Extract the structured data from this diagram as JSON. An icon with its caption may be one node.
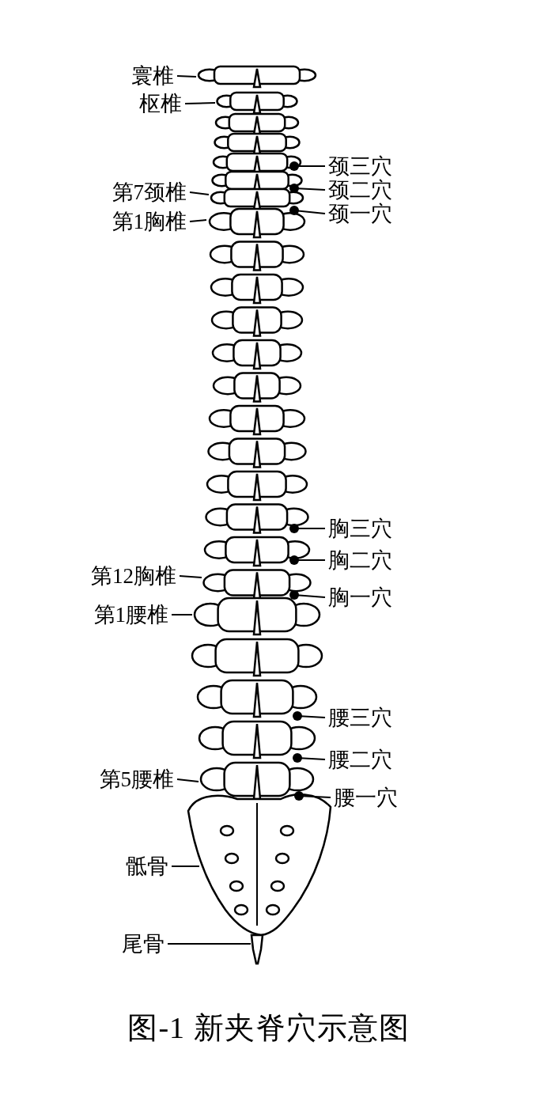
{
  "diagram": {
    "caption": "图-1 新夹脊穴示意图",
    "nodes": [
      {
        "text": [
          "寰椎"
        ]
      },
      {
        "text": [
          "枢椎"
        ]
      },
      {
        "text": [
          "颈三穴"
        ]
      },
      {
        "text": [
          "第7颈椎"
        ]
      },
      {
        "text": [
          "颈二穴"
        ]
      },
      {
        "text": [
          "颈一穴"
        ]
      },
      {
        "text": [
          "第1胸椎"
        ]
      },
      {
        "text": [
          "胸三穴"
        ]
      },
      {
        "text": [
          "胸二穴"
        ]
      },
      {
        "text": [
          "第12胸椎"
        ]
      },
      {
        "text": [
          "胸一穴"
        ]
      },
      {
        "text": [
          "第1腰椎"
        ]
      },
      {
        "text": [
          "腰三穴"
        ]
      },
      {
        "text": [
          "腰二穴"
        ]
      },
      {
        "text": [
          "第5腰椎"
        ]
      },
      {
        "text": [
          "腰一穴"
        ]
      },
      {
        "text": [
          "骶骨"
        ]
      },
      {
        "text": [
          "尾骨"
        ]
      },
      {
        "text": [],
        "shape": "picture"
      }
    ],
    "edges": [
      {
        "from": 0,
        "to": 18,
        "arrow": "none"
      },
      {
        "from": 1,
        "to": 18,
        "arrow": "none"
      },
      {
        "from": 2,
        "to": 18,
        "arrow": "other"
      },
      {
        "from": 3,
        "to": 18,
        "arrow": "none"
      },
      {
        "from": 4,
        "to": 18,
        "arrow": "other"
      },
      {
        "from": 5,
        "to": 18,
        "arrow": "other"
      },
      {
        "from": 6,
        "to": 18,
        "arrow": "none"
      },
      {
        "from": 7,
        "to": 18,
        "arrow": "other"
      },
      {
        "from": 8,
        "to": 18,
        "arrow": "other"
      },
      {
        "from": 9,
        "to": 18,
        "arrow": "none"
      },
      {
        "from": 10,
        "to": 18,
        "arrow": "other"
      },
      {
        "from": 11,
        "to": 18,
        "arrow": "none"
      },
      {
        "from": 12,
        "to": 18,
        "arrow": "other"
      },
      {
        "from": 13,
        "to": 18,
        "arrow": "other"
      },
      {
        "from": 14,
        "to": 18,
        "arrow": "none"
      },
      {
        "from": 15,
        "to": 18,
        "arrow": "other"
      },
      {
        "from": 16,
        "to": 18,
        "arrow": "none"
      },
      {
        "from": 17,
        "to": 18,
        "arrow": "none"
      }
    ]
  }
}
